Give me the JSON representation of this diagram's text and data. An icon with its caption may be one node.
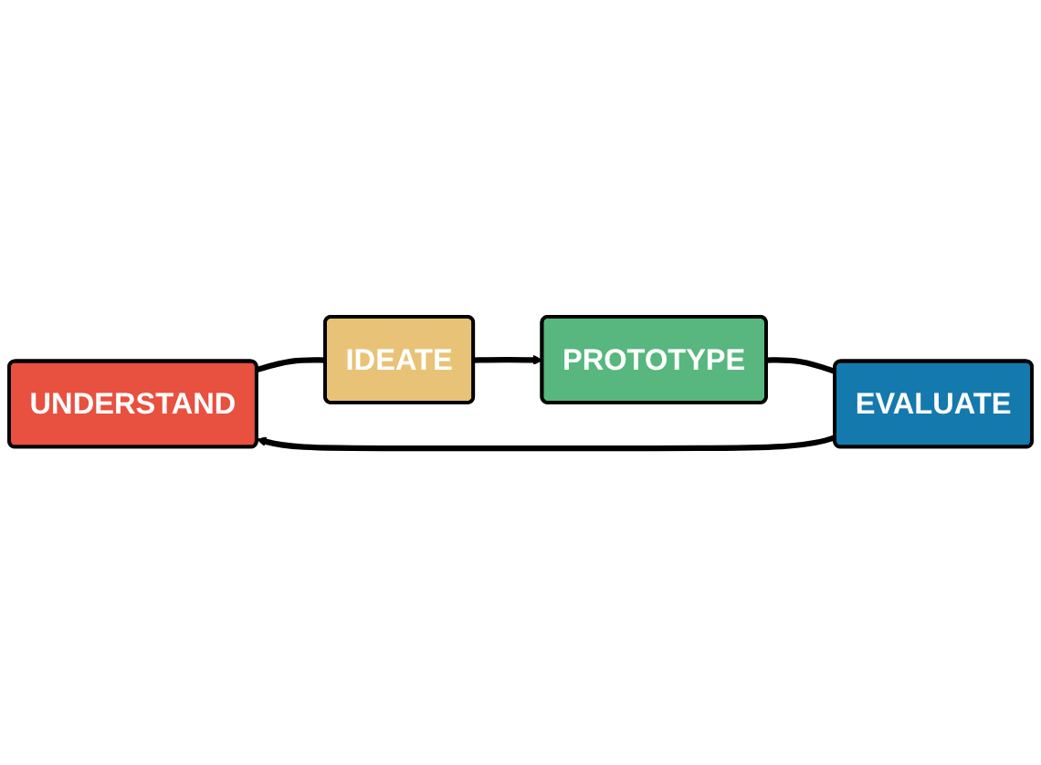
{
  "diagram": {
    "nodes": [
      {
        "text": [
          "UNDERSTAND"
        ]
      },
      {
        "text": [
          "IDEATE"
        ]
      },
      {
        "text": [
          "PROTOTYPE"
        ]
      },
      {
        "text": [
          "EVALUATE"
        ]
      }
    ],
    "edges": [
      {
        "from": 0,
        "to": 1,
        "arrow": "none"
      },
      {
        "from": 1,
        "to": 2,
        "arrow": "to"
      },
      {
        "from": 2,
        "to": 3,
        "arrow": "none"
      },
      {
        "from": 3,
        "to": 0,
        "arrow": "to"
      }
    ]
  }
}
